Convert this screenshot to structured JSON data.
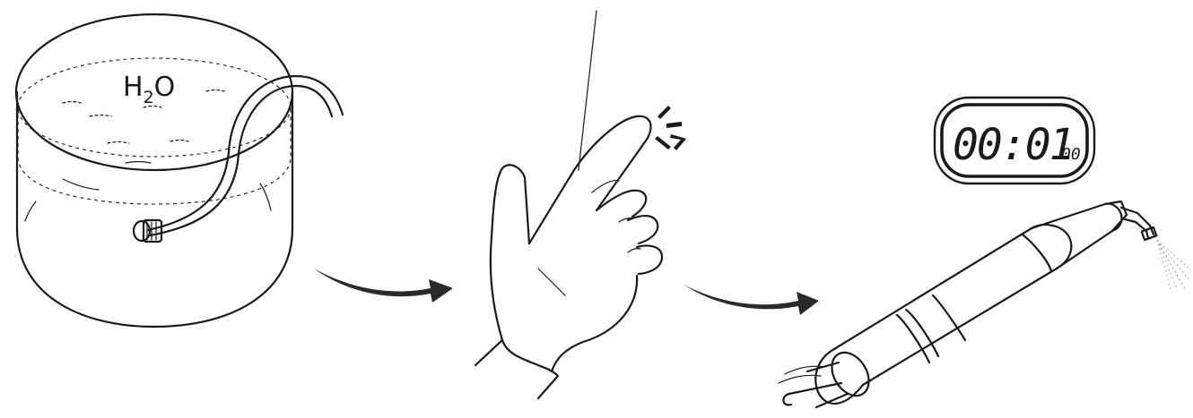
{
  "step1": {
    "formula_main": "H",
    "formula_sub": "2",
    "formula_end": "O"
  },
  "step3": {
    "timer_main": "00:01",
    "timer_small": "00"
  },
  "colors": {
    "ink": "#1a1a1a",
    "arrow_fill": "#2a2a2a",
    "spray": "#9a9a9a"
  },
  "icons": [
    "water-container-icon",
    "tube-connector-icon",
    "flow-arrow-icon",
    "gloved-hand-icon",
    "press-gesture-icon",
    "timer-display-icon",
    "ultrasonic-handpiece-icon",
    "water-spray-icon"
  ]
}
